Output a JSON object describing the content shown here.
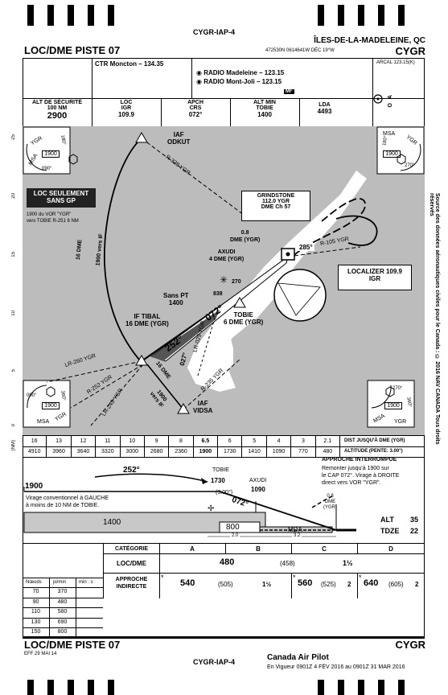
{
  "header": {
    "chart_id": "CYGR-IAP-4",
    "procedure": "LOC/DME PISTE 07",
    "location": "ÎLES-DE-LA-MADELEINE, QC",
    "coords": "472530N  0614641W  DÉC 19°W",
    "ident": "CYGR"
  },
  "comms": {
    "ctr": "CTR Moncton – 134.35",
    "radio1": "RADIO Madeleine – 123.15",
    "radio2": "RADIO Mont-Joli – 123.15",
    "mf": "MF",
    "arcal": "ARCAL 123.15(K)"
  },
  "briefing": [
    {
      "label": "ALT DE SÉCURITÉ",
      "sub": "100 NM",
      "value": "2900"
    },
    {
      "label": "LOC",
      "sub": "IGR",
      "value": "109.9"
    },
    {
      "label": "APCH",
      "sub": "CRS",
      "value": "072°"
    },
    {
      "label": "ALT MIN",
      "sub": "TOBIE",
      "value": "1400"
    },
    {
      "label": "LDA",
      "sub": "",
      "value": "4493"
    }
  ],
  "briefing_badges": {
    "a": "A",
    "o": "O"
  },
  "plan": {
    "iaf_odkut": "IAF\nODKUT",
    "r328": "R-328 YGR",
    "loc_only": "LOC SEULEMENT\nSANS GP",
    "note_1900": "1900 du VOR \"YGR\"\nvers TOBIE R-251 6 NM",
    "grindstone": "GRINDSTONE",
    "grindstone_freq": "112.0 YGR",
    "dme_ch": "DME Ch 57",
    "dme08": "0.8\nDME (YGR)",
    "r105": "R-105 YGR",
    "hold285": "285°",
    "axudi": "AXUDI\n4 DME (YGR)",
    "localizer": "LOCALIZER 109.9",
    "localizer_id": "IGR",
    "obst838": "838",
    "obst270": "270",
    "sans_pt": "Sans PT\n1400",
    "tobie": "TOBIE\n6 DME (YGR)",
    "if_tibal": "IF TIBAL\n16 DME (YGR)",
    "crs072": "072°",
    "crs252": "252°",
    "crs027": "027°",
    "dme1900_if": "1900 vers IF",
    "dme16": "16 DME",
    "dme16b": "16 DME",
    "dme1900": "1900\nvers IF",
    "lr260": "LR-260 YGR",
    "r252": "R-252 YGR",
    "lr245": "LR-245 YGR",
    "r235": "R-235 YGR",
    "lr025": "LR-025 YGR",
    "iaf_vidsa": "IAF\nVIDSA",
    "msa_label": "MSA",
    "msa_ygr": "YGR",
    "msa_alt": "1900",
    "msa_tl": [
      "180°",
      "090°"
    ],
    "msa_tr": [
      "180°",
      "270°"
    ],
    "msa_bl": [
      "090°",
      "360°"
    ],
    "msa_br": [
      "270°",
      "360°"
    ],
    "side_note": "Source des données aéronautiques civiles pour le Canada : © 2016 NAV CANADA Tous droits réservés",
    "y_ticks": [
      "25",
      "20",
      "15",
      "10",
      "5",
      "0"
    ],
    "nm": "(NM)"
  },
  "dme_table": {
    "dist": [
      "16",
      "13",
      "12",
      "11",
      "10",
      "9",
      "8",
      "6.5",
      "6",
      "5",
      "4",
      "3",
      "2.1"
    ],
    "alt": [
      "4910",
      "3960",
      "3640",
      "3320",
      "3000",
      "2680",
      "2360",
      "1900",
      "1730",
      "1410",
      "1090",
      "770",
      "480"
    ],
    "dist_label": "DIST JUSQU'À DME (YGR)",
    "alt_label": "ALTITUDE (PENTE: 3.00°)"
  },
  "profile": {
    "alt1900": "1900",
    "crs252": "252°",
    "tobie": "TOBIE",
    "tobie_alt": "1730",
    "axudi": "AXUDI",
    "axudi_alt": "1090",
    "angle": "(3.00°)",
    "crs072": "072°",
    "dme08": "0.8\nDME\n(YGR)",
    "virage": "Virage conventionnel à GAUCHE\nà moins de 10 NM de TOBIE.",
    "ma_title": "APPROCHE INTERROMPUE",
    "ma_text": "Remonter jusqu'à 1900 sur\nle CAP 072°. Virage à DROITE\ndirect vers VOR \"YGR\".",
    "block1400": "1400",
    "block800": "800",
    "mda": "MDA",
    "seg1": "2.0",
    "seg2": "3.2",
    "alt": "ALT",
    "alt_val": "35",
    "tdze": "TDZE",
    "tdze_val": "22"
  },
  "minima": {
    "categorie": "CATÉGORIE",
    "cats": [
      "A",
      "B",
      "C",
      "D"
    ],
    "locdme": "LOC/DME",
    "locdme_mda": "480",
    "locdme_haa": "(458)",
    "locdme_vis": "1½",
    "circ": "APPROCHE\nINDIRECTE",
    "ab_mda": "540",
    "ab_haa": "(505)",
    "ab_vis": "1½",
    "c_mda": "560",
    "c_haa": "(525)",
    "c_vis": "2",
    "d_mda": "640",
    "d_haa": "(605)",
    "d_vis": "2",
    "star": "*"
  },
  "speed_table": {
    "headers": [
      "Nœuds",
      "pi/min",
      "min : s"
    ],
    "rows": [
      [
        "70",
        "370"
      ],
      [
        "90",
        "480"
      ],
      [
        "110",
        "580"
      ],
      [
        "130",
        "690"
      ],
      [
        "150",
        "800"
      ]
    ]
  },
  "footer": {
    "procedure": "LOC/DME PISTE 07",
    "ident": "CYGR",
    "eff": "EFF 29 MAI 14",
    "chart_id": "CYGR-IAP-4",
    "publisher": "Canada Air Pilot",
    "validity": "En Vigueur 0901Z 4 FÉV 2016 au 0901Z 31 MAR 2016"
  }
}
